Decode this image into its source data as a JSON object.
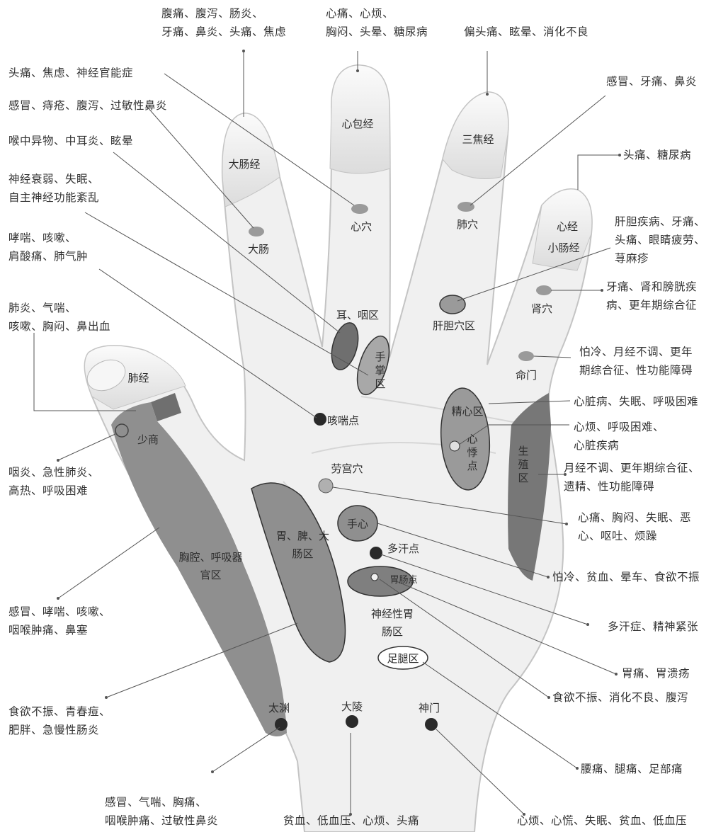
{
  "meridians": {
    "large_intestine": "大肠经",
    "pericardium": "心包经",
    "triple_burner": "三焦经",
    "heart": "心经",
    "small_intestine": "小肠经",
    "lung": "肺经"
  },
  "points": {
    "da_chang": "大肠",
    "xin_xue": "心穴",
    "fei_xue": "肺穴",
    "shen_xue": "肾穴",
    "gan_dan": "肝胆穴区",
    "er_yan": "耳、咽区",
    "shou_zhang": "手掌区",
    "ming_men": "命门",
    "ke_chuan": "咳喘点",
    "shao_shang": "少商",
    "jing_xin": "精心区",
    "xin_ji": "心悸点",
    "sheng_zhi": "生殖区",
    "lao_gong": "劳宫穴",
    "wei_pi": "胃、脾、大肠区",
    "shou_xin": "手心",
    "duo_han": "多汗点",
    "wei_chang": "胃肠点",
    "shen_jing_wei": "神经性胃肠区",
    "xiong_qiang": "胸腔、呼吸器官区",
    "zu_tui": "足腿区",
    "tai_yuan": "太渊",
    "da_ling": "大陵",
    "shen_men": "神门"
  },
  "annotations": {
    "top_thumb_a": [
      "腹痛、腹泻、肠炎、",
      "牙痛、鼻炎、头痛、焦虑"
    ],
    "top_middle": [
      "心痛、心烦、",
      "胸闷、头晕、糖尿病"
    ],
    "top_ring": [
      "偏头痛、眩晕、消化不良"
    ],
    "left_1": [
      "头痛、焦虑、神经官能症"
    ],
    "left_2": [
      "感冒、痔疮、腹泻、过敏性鼻炎"
    ],
    "left_3": [
      "喉中异物、中耳炎、眩晕"
    ],
    "left_4": [
      "神经衰弱、失眠、",
      "自主神经功能紊乱"
    ],
    "left_5": [
      "哮喘、咳嗽、",
      "肩酸痛、肺气肿"
    ],
    "left_6": [
      "肺炎、气喘、",
      "咳嗽、胸闷、鼻出血"
    ],
    "left_7": [
      "咽炎、急性肺炎、",
      "高热、呼吸困难"
    ],
    "left_8": [
      "感冒、哮喘、咳嗽、",
      "咽喉肿痛、鼻塞"
    ],
    "left_9": [
      "食欲不振、青春痘、",
      "肥胖、急慢性肠炎"
    ],
    "bottom_left": [
      "感冒、气喘、胸痛、",
      "咽喉肿痛、过敏性鼻炎"
    ],
    "bottom_mid": [
      "贫血、低血压、心烦、头痛"
    ],
    "bottom_right": [
      "心烦、心慌、失眠、贫血、低血压"
    ],
    "right_1": [
      "感冒、牙痛、鼻炎"
    ],
    "right_2": [
      "头痛、糖尿病"
    ],
    "right_3": [
      "肝胆疾病、牙痛、",
      "头痛、眼睛疲劳、",
      "荨麻疹"
    ],
    "right_4": [
      "牙痛、肾和膀胱疾",
      "病、更年期综合征"
    ],
    "right_5": [
      "怕冷、月经不调、更年",
      "期综合征、性功能障碍"
    ],
    "right_6": [
      "心脏病、失眠、呼吸困难"
    ],
    "right_7": [
      "心烦、呼吸困难、",
      "心脏疾病"
    ],
    "right_8": [
      "月经不调、更年期综合征、",
      "遗精、性功能障碍"
    ],
    "right_9": [
      "心痛、胸闷、失眠、恶",
      "心、呕吐、烦躁"
    ],
    "right_10": [
      "怕冷、贫血、晕车、食欲不振"
    ],
    "right_11": [
      "多汗症、精神紧张"
    ],
    "right_12": [
      "胃痛、胃溃疡"
    ],
    "right_13": [
      "食欲不振、消化不良、腹泻"
    ],
    "right_14": [
      "腰痛、腿痛、足部痛"
    ]
  },
  "colors": {
    "skin": "#f0f0f0",
    "outline": "#c4c4c4",
    "zone": "#8f8f8f",
    "zone_dark": "#6f6f6f",
    "point": "#3a3a3a",
    "leader": "#555555"
  }
}
